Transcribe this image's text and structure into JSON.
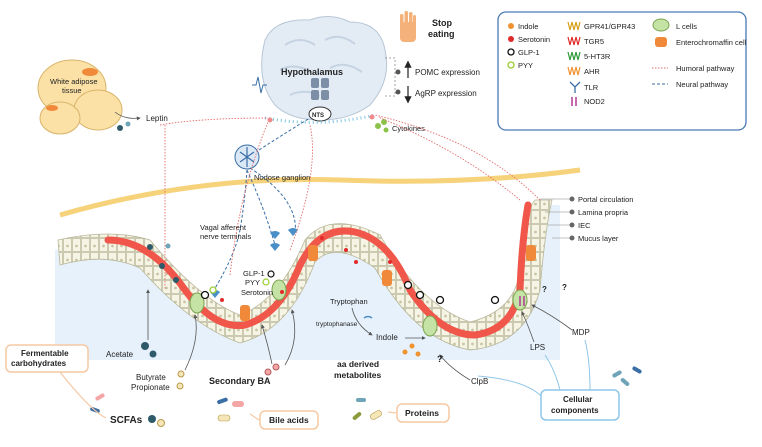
{
  "hypothalamus": {
    "title": "Hypothalamus",
    "nts": "NTS"
  },
  "stop_eating": {
    "line1": "Stop",
    "line2": "eating"
  },
  "expression": {
    "pomc": "POMC expression",
    "agrp": "AgRP expression"
  },
  "adipose": {
    "line1": "White adipose",
    "line2": "tissue",
    "leptin": "Leptin"
  },
  "cytokines": "Cytokines",
  "nodose": "Nodose ganglion",
  "vagal": {
    "line1": "Vagal afferent",
    "line2": "nerve terminals"
  },
  "hormones": {
    "glp1": "GLP-1",
    "pyy": "PYY",
    "serotonin": "Serotonin"
  },
  "layers": {
    "portal": "Portal circulation",
    "lamina": "Lamina propria",
    "iec": "IEC",
    "mucus": "Mucus layer"
  },
  "metabolites": {
    "acetate": "Acetate",
    "butyrate": "Butyrate",
    "propionate": "Propionate",
    "secondary_ba": "Secondary BA",
    "tryptophan": "Tryptophan",
    "tryptophanase": "tryptophanase",
    "indole": "Indole",
    "aa_line1": "aa derived",
    "aa_line2": "metabolites",
    "clpb": "ClpB",
    "lps": "LPS",
    "mdp": "MDP",
    "question": "?"
  },
  "boxes": {
    "fermentable_1": "Fermentable",
    "fermentable_2": "carbohydrates",
    "scfas": "SCFAs",
    "bile_acids": "Bile acids",
    "proteins": "Proteins",
    "cellular_1": "Cellular",
    "cellular_2": "components"
  },
  "legend": {
    "indole": "Indole",
    "serotonin": "Serotonin",
    "glp1": "GLP-1",
    "pyy": "PYY",
    "gpr": "GPR41/GPR43",
    "tgr5": "TGR5",
    "ht3r": "5-HT3R",
    "ahr": "AHR",
    "tlr": "TLR",
    "nod2": "NOD2",
    "lcells": "L cells",
    "entero": "Enterochromaffin cell",
    "humoral": "Humoral pathway",
    "neural": "Neural pathway"
  },
  "colors": {
    "indole": "#f0922e",
    "serotonin": "#e02a2a",
    "glp1": "#111111",
    "pyy": "#9acd32",
    "gut": "#f0564a",
    "box_border": "#f5c9a3",
    "legend_border": "#4a7ab5",
    "cellular_border": "#8fc6e8",
    "portal": "#f6d27a"
  }
}
